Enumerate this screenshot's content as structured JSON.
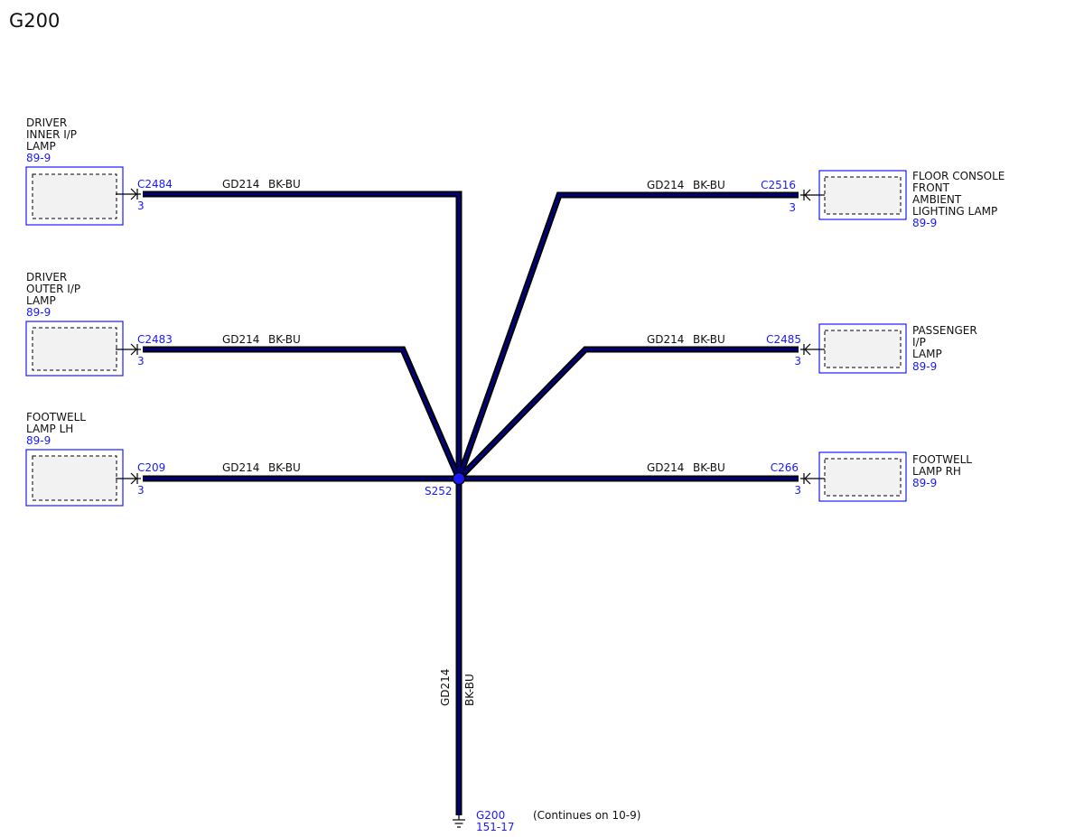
{
  "title": "G200",
  "colors": {
    "wire_fill": "#000080",
    "wire_outline": "#000000",
    "link": "#1a1aff",
    "box_fill": "#f2f2f2"
  },
  "components": {
    "driver_inner": {
      "lines": [
        "DRIVER",
        "INNER I/P",
        "LAMP"
      ],
      "ref": "89-9",
      "connector": "C2484",
      "pin": "3",
      "circuit": "GD214",
      "color": "BK-BU"
    },
    "driver_outer": {
      "lines": [
        "DRIVER",
        "OUTER I/P",
        "LAMP"
      ],
      "ref": "89-9",
      "connector": "C2483",
      "pin": "3",
      "circuit": "GD214",
      "color": "BK-BU"
    },
    "footwell_lh": {
      "lines": [
        "FOOTWELL",
        "LAMP LH"
      ],
      "ref": "89-9",
      "connector": "C209",
      "pin": "3",
      "circuit": "GD214",
      "color": "BK-BU"
    },
    "floor_console": {
      "lines": [
        "FLOOR CONSOLE",
        "FRONT",
        "AMBIENT",
        "LIGHTING LAMP"
      ],
      "ref": "89-9",
      "connector": "C2516",
      "pin": "3",
      "circuit": "GD214",
      "color": "BK-BU"
    },
    "passenger_ip": {
      "lines": [
        "PASSENGER",
        "I/P",
        "LAMP"
      ],
      "ref": "89-9",
      "connector": "C2485",
      "pin": "3",
      "circuit": "GD214",
      "color": "BK-BU"
    },
    "footwell_rh": {
      "lines": [
        "FOOTWELL",
        "LAMP RH"
      ],
      "ref": "89-9",
      "connector": "C266",
      "pin": "3",
      "circuit": "GD214",
      "color": "BK-BU"
    }
  },
  "splice": {
    "label": "S252"
  },
  "ground": {
    "circuit": "GD214",
    "color": "BK-BU",
    "name": "G200",
    "ref": "151-17",
    "note": "(Continues on 10-9)"
  }
}
